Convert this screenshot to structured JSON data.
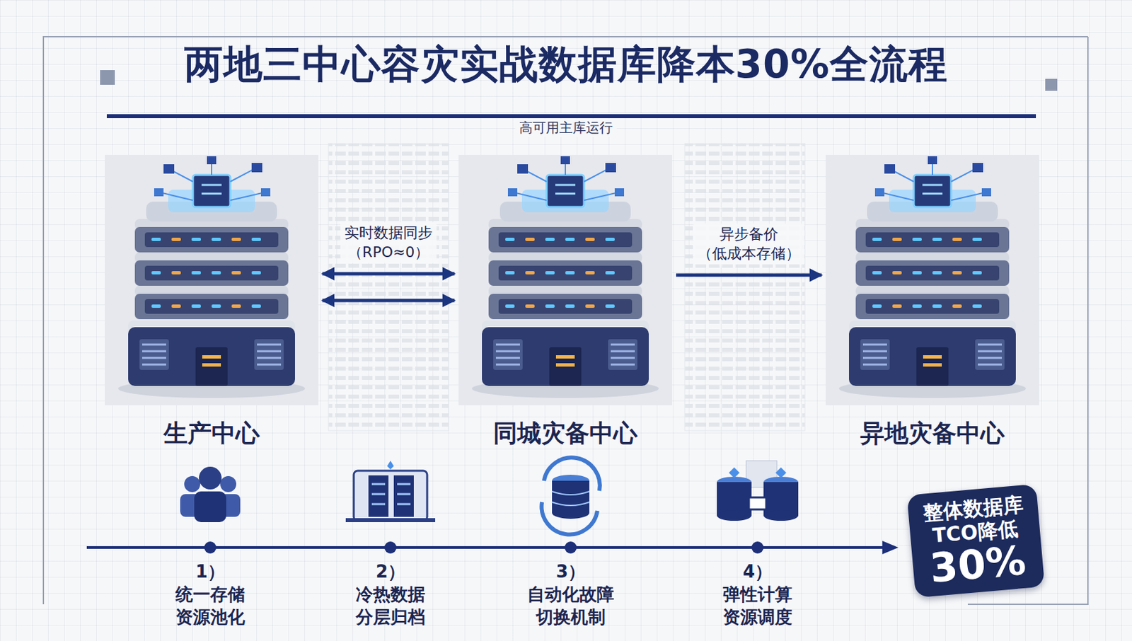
{
  "diagram": {
    "title": "两地三中心容灾实战数据库降本30%全流程",
    "nodes": [
      {
        "text": [
          "生产中心"
        ]
      },
      {
        "text": [
          "同城灾备中心"
        ]
      },
      {
        "text": [
          "异地灾备中心"
        ]
      },
      {
        "text": [
          "整体数据库 TCO降低",
          "30%"
        ]
      }
    ],
    "edges": [
      {
        "from": 0,
        "to": 1,
        "arrow": "both",
        "label": "实时数据同步 （RPO≈0）"
      },
      {
        "from": 0,
        "to": 1,
        "arrow": "both"
      },
      {
        "from": 1,
        "to": 2,
        "arrow": "to",
        "label": "异步备价 （低成本存储）"
      }
    ],
    "labels": [
      "高可用主库运行",
      "1）统一存储 资源池化",
      "2）冷热数据 分层归档",
      "3）自动化故障 切换机制",
      "4）弹性计算 资源调度"
    ]
  }
}
